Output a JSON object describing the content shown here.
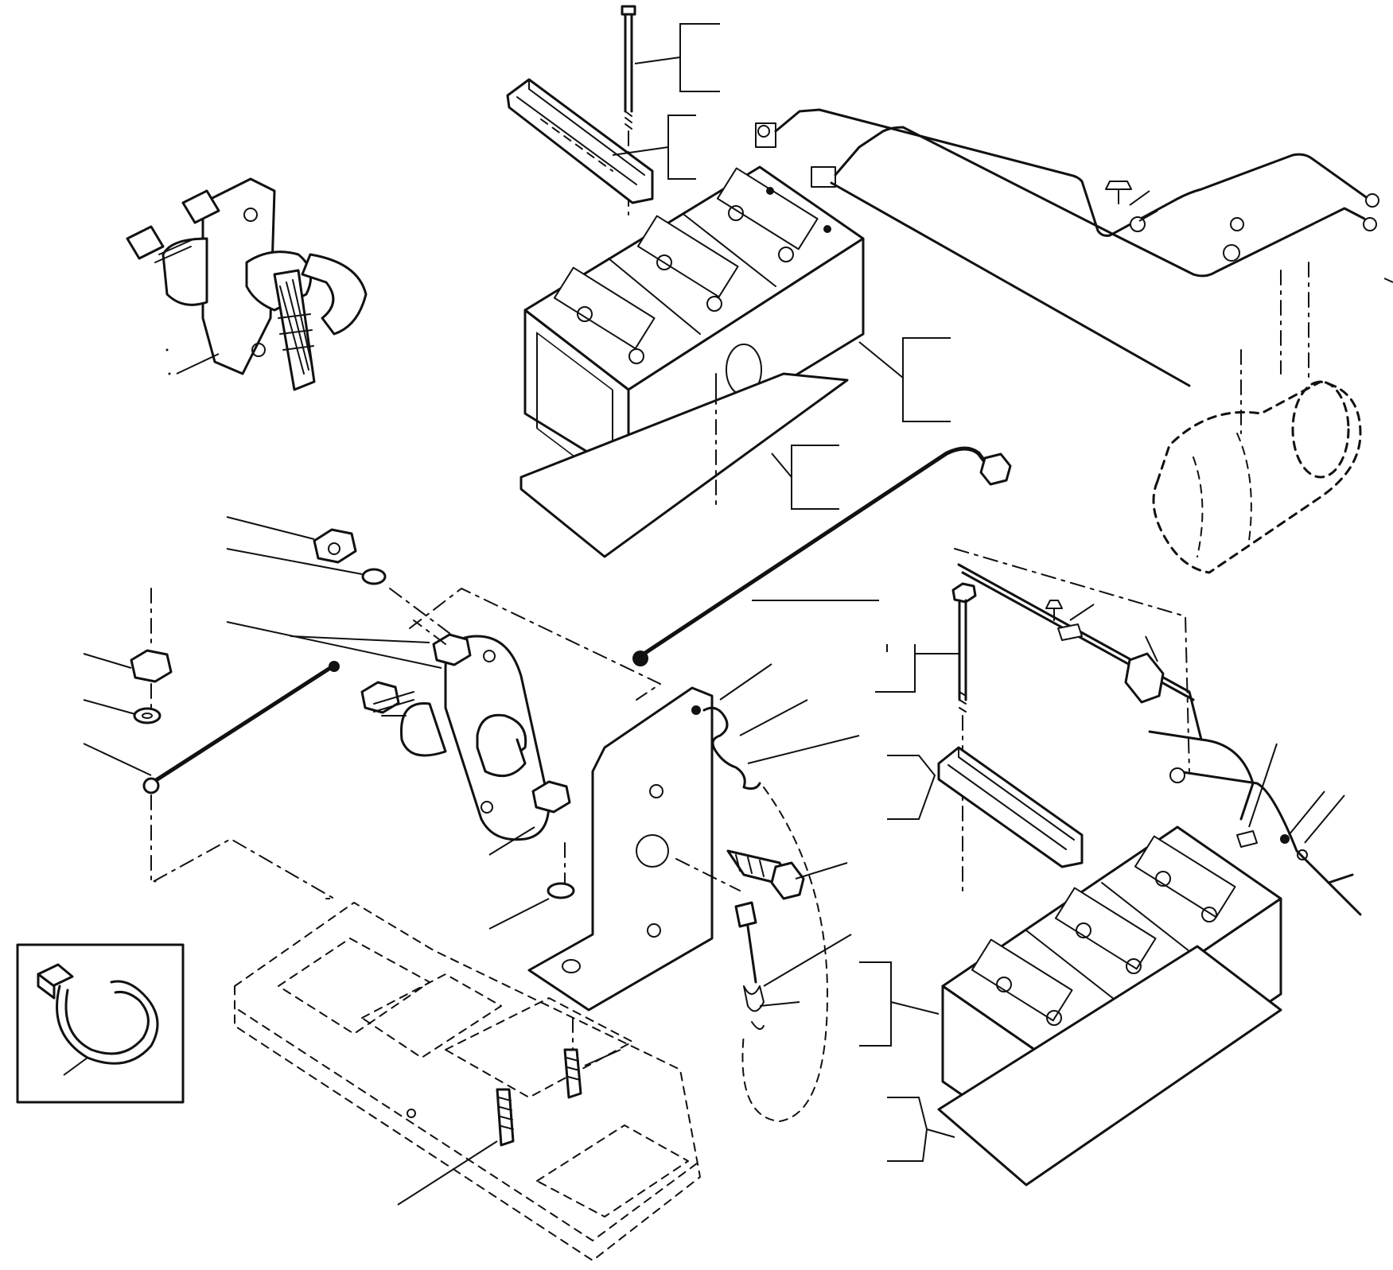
{
  "diagram": {
    "parts": [
      {
        "id": "battery-upper",
        "kind": "battery"
      },
      {
        "id": "battery-lower",
        "kind": "battery"
      },
      {
        "id": "disconnect-switch-detail",
        "kind": "switch"
      },
      {
        "id": "disconnect-switch",
        "kind": "switch"
      },
      {
        "id": "mounting-bracket",
        "kind": "bracket"
      },
      {
        "id": "starter-motor",
        "kind": "motor"
      },
      {
        "id": "battery-tray",
        "kind": "tray"
      },
      {
        "id": "cable-tie-inset",
        "kind": "cable-tie"
      }
    ],
    "callout_count": 30
  }
}
